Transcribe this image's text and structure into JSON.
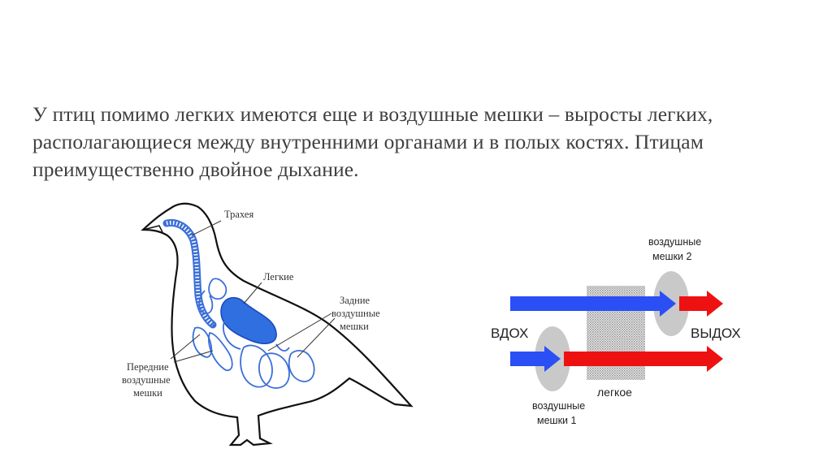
{
  "slide": {
    "text": "У птиц помимо легких имеются еще и воздушные мешки – выросты легких, располагающиеся между внутренними органами и в полых костях. Птицам преимущественно двойное дыхание."
  },
  "bird_diagram": {
    "trachea_label": "Трахея",
    "lungs_label": "Легкие",
    "rear_sacs_label": [
      "Задние",
      "воздушные",
      "мешки"
    ],
    "front_sacs_label": [
      "Передние",
      "воздушные",
      "мешки"
    ]
  },
  "breathing_diagram": {
    "inhale_label": "ВДОХ",
    "exhale_label": "ВЫДОХ",
    "lung_label": "легкое",
    "air_sacs_2_label": [
      "воздушные",
      "мешки 2"
    ],
    "air_sacs_1_label": [
      "воздушные",
      "мешки 1"
    ]
  },
  "colors": {
    "text": "#3f3f3f",
    "blue_arrow": "#2a4ff5",
    "red_arrow": "#ee1111",
    "organ_blue": "#2f6fe0",
    "sac_gray": "#c9c9c9"
  }
}
